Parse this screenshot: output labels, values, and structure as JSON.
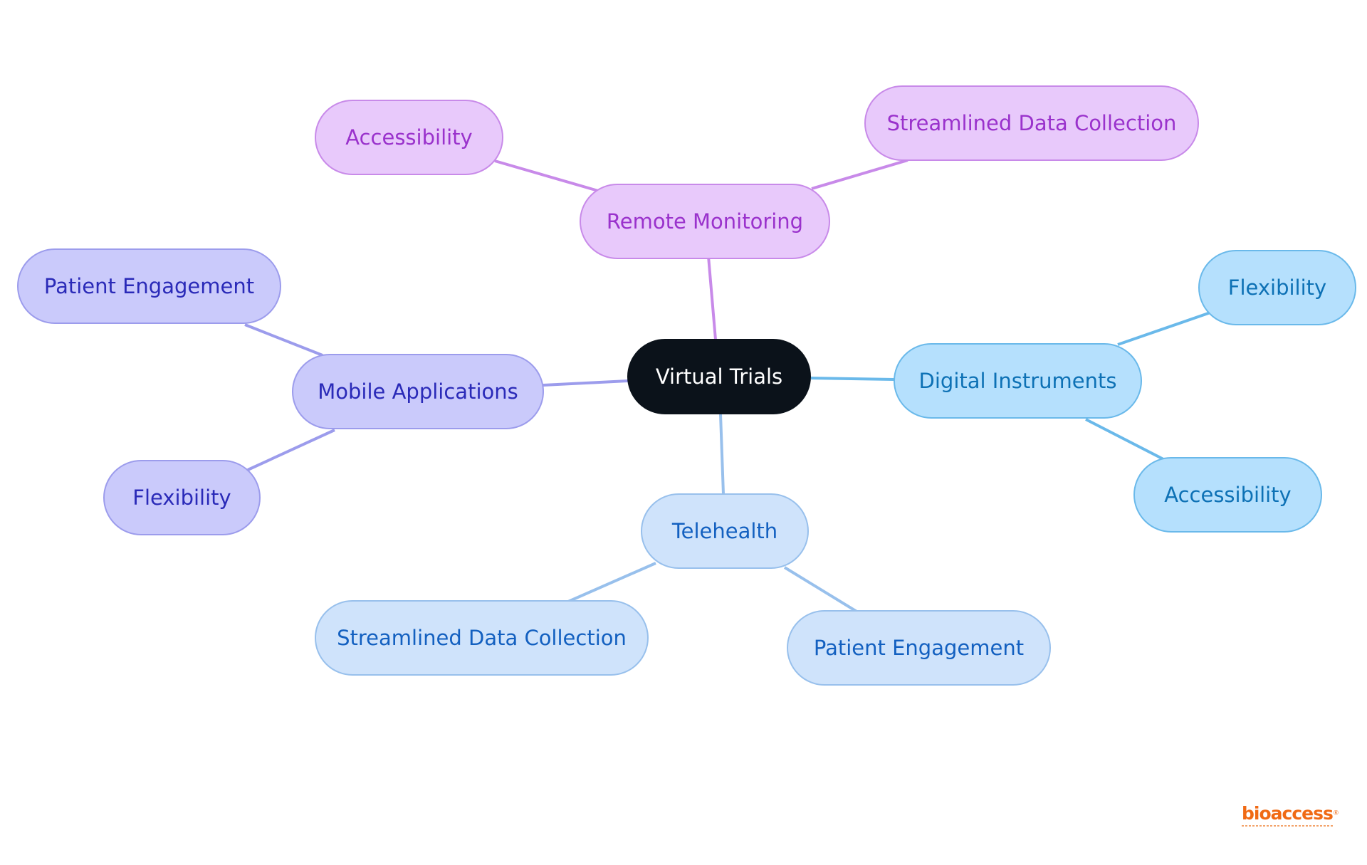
{
  "diagram": {
    "type": "mind-map",
    "root": {
      "id": "virtual-trials",
      "label": "Virtual Trials"
    },
    "branches": [
      {
        "id": "remote-monitoring",
        "label": "Remote Monitoring",
        "color": "#c88ae9",
        "children": [
          {
            "id": "rm-accessibility",
            "label": "Accessibility"
          },
          {
            "id": "rm-streamlined-data-collection",
            "label": "Streamlined Data Collection"
          }
        ]
      },
      {
        "id": "mobile-applications",
        "label": "Mobile Applications",
        "color": "#9c9cec",
        "children": [
          {
            "id": "ma-patient-engagement",
            "label": "Patient Engagement"
          },
          {
            "id": "ma-flexibility",
            "label": "Flexibility"
          }
        ]
      },
      {
        "id": "digital-instruments",
        "label": "Digital Instruments",
        "color": "#6ab9ea",
        "children": [
          {
            "id": "di-flexibility",
            "label": "Flexibility"
          },
          {
            "id": "di-accessibility",
            "label": "Accessibility"
          }
        ]
      },
      {
        "id": "telehealth",
        "label": "Telehealth",
        "color": "#98c0ec",
        "children": [
          {
            "id": "th-streamlined-data-collection",
            "label": "Streamlined Data Collection"
          },
          {
            "id": "th-patient-engagement",
            "label": "Patient Engagement"
          }
        ]
      }
    ]
  },
  "logo": {
    "name": "bioaccess-logo",
    "text": "bioaccess",
    "color": "#f06a14"
  }
}
